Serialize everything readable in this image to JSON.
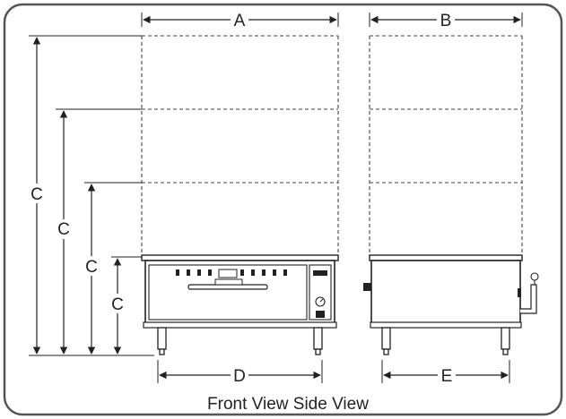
{
  "diagram": {
    "dimension_labels": {
      "width_front": "A",
      "width_side": "B",
      "height_1": "C",
      "height_2": "C",
      "height_3": "C",
      "height_4": "C",
      "leg_span_front": "D",
      "leg_span_side": "E"
    },
    "caption": "Front View Side View",
    "colors": {
      "line": "#222222",
      "frame": "#555555",
      "dashed": "#444444"
    }
  }
}
